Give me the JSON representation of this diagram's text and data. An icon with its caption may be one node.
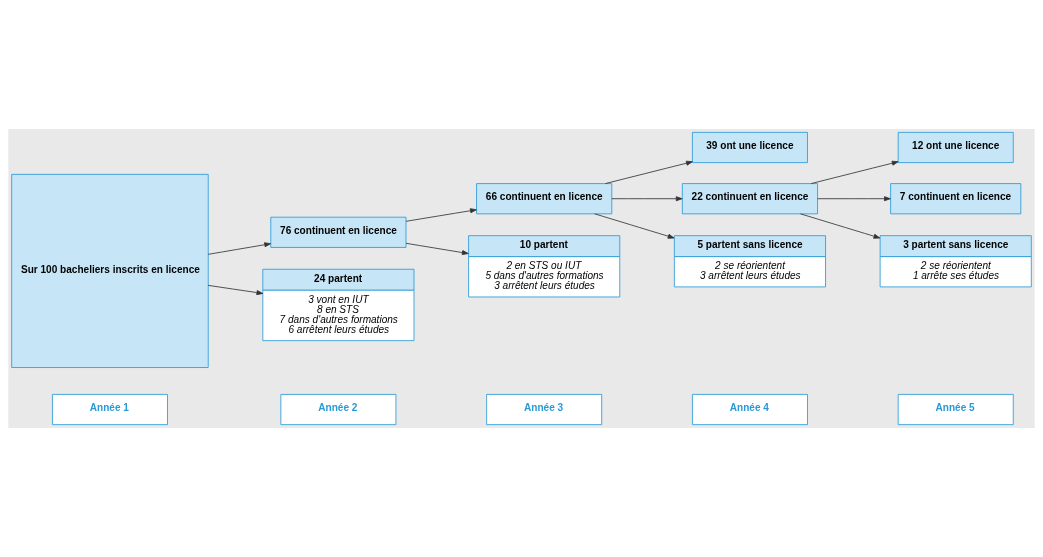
{
  "diagram": {
    "nodes": [
      {
        "text": [
          "Année 1"
        ]
      },
      {
        "text": [
          "Année 2"
        ]
      },
      {
        "text": [
          "Année 3"
        ]
      },
      {
        "text": [
          "Année 4"
        ]
      },
      {
        "text": [
          "Année 5"
        ]
      },
      {
        "text": [
          "Sur 100 bacheliers inscrits en licence"
        ]
      },
      {
        "text": [
          "76 continuent en licence"
        ]
      },
      {
        "text": [
          "24 partent",
          "3 vont en IUT",
          "8 en STS",
          "7 dans d'autres formations",
          "6 arrêtent leurs études"
        ]
      },
      {
        "text": [
          "66 continuent en licence"
        ]
      },
      {
        "text": [
          "10 partent",
          "2 en STS ou IUT",
          "5 dans d'autres formations",
          "3 arrêtent leurs études"
        ]
      },
      {
        "text": [
          "39 ont une licence"
        ]
      },
      {
        "text": [
          "22 continuent en licence"
        ]
      },
      {
        "text": [
          "5 partent sans licence",
          "2 se réorientent",
          "3 arrêtent leurs études"
        ]
      },
      {
        "text": [
          "12 ont une licence"
        ]
      },
      {
        "text": [
          "7 continuent en licence"
        ]
      },
      {
        "text": [
          "3 partent sans licence",
          "2 se réorientent",
          "1 arrête ses études"
        ]
      }
    ],
    "edges": [
      {
        "from": 5,
        "to": 6,
        "arrow": "to"
      },
      {
        "from": 5,
        "to": 7,
        "arrow": "to"
      },
      {
        "from": 6,
        "to": 8,
        "arrow": "to"
      },
      {
        "from": 6,
        "to": 9,
        "arrow": "to"
      },
      {
        "from": 8,
        "to": 10,
        "arrow": "to"
      },
      {
        "from": 8,
        "to": 11,
        "arrow": "to"
      },
      {
        "from": 8,
        "to": 12,
        "arrow": "to"
      },
      {
        "from": 11,
        "to": 13,
        "arrow": "to"
      },
      {
        "from": 11,
        "to": 14,
        "arrow": "to"
      },
      {
        "from": 11,
        "to": 15,
        "arrow": "to"
      }
    ]
  }
}
